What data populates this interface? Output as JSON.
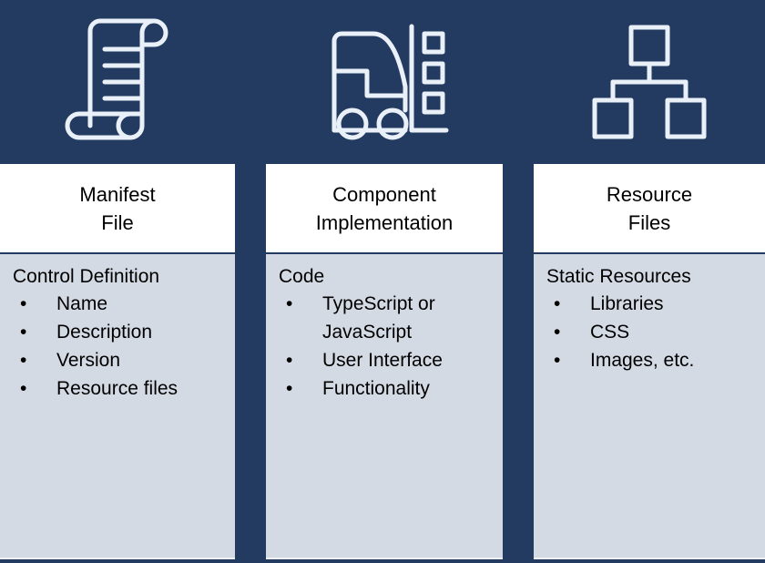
{
  "theme": {
    "navy": "#243b61",
    "panel_gray": "#d4dae4",
    "card_white": "#ffffff",
    "text_black": "#000000",
    "icon_stroke": "#eaf0f8"
  },
  "columns": [
    {
      "icon": "scroll-icon",
      "title_lines": [
        "Manifest",
        "File"
      ],
      "heading": "Control Definition",
      "bullets": [
        "Name",
        "Description",
        "Version",
        "Resource files"
      ]
    },
    {
      "icon": "forklift-icon",
      "title_lines": [
        "Component",
        "Implementation"
      ],
      "heading": "Code",
      "bullets": [
        "TypeScript or JavaScript",
        "User Interface",
        "Functionality"
      ]
    },
    {
      "icon": "hierarchy-icon",
      "title_lines": [
        "Resource",
        "Files"
      ],
      "heading": "Static Resources",
      "bullets": [
        "Libraries",
        "CSS",
        "Images, etc."
      ]
    }
  ],
  "bullet_glyph": "•"
}
